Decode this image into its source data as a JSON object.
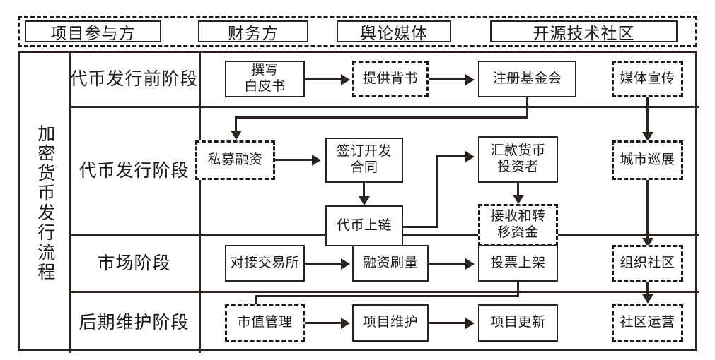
{
  "diagram": {
    "title_vertical": "加密货币发行流程",
    "header": {
      "lanes": [
        {
          "label": "项目参与方"
        },
        {
          "label": "财务方"
        },
        {
          "label": "舆论媒体"
        },
        {
          "label": "开源技术社区"
        }
      ]
    },
    "stages": [
      {
        "label": "代币发行前阶段"
      },
      {
        "label": "代币发行阶段"
      },
      {
        "label": "市场阶段"
      },
      {
        "label": "后期维护阶段"
      }
    ],
    "nodes": {
      "write_whitepaper": {
        "label": "撰写\n白皮书",
        "line1": "撰写",
        "line2": "白皮书",
        "style": "solid"
      },
      "provide_endorsement": {
        "label": "提供背书",
        "style": "dashed"
      },
      "register_foundation": {
        "label": "注册基金会",
        "style": "solid"
      },
      "media_promotion": {
        "label": "媒体宣传",
        "style": "dashed"
      },
      "private_financing": {
        "label": "私募融资",
        "style": "dashed"
      },
      "sign_dev_contract_l1": {
        "label": "签订开发",
        "style": "solid"
      },
      "sign_dev_contract_l2": {
        "label": "合同",
        "style": "solid"
      },
      "token_on_chain": {
        "label": "代币上链",
        "style": "solid"
      },
      "remit_currency_l1": {
        "label": "汇款货币",
        "style": "solid"
      },
      "remit_currency_l2": {
        "label": "投资者",
        "style": "solid"
      },
      "receive_transfer_l1": {
        "label": "接收和转",
        "style": "dashed"
      },
      "receive_transfer_l2": {
        "label": "移资金",
        "style": "dashed"
      },
      "city_tour": {
        "label": "城市巡展",
        "style": "dashed"
      },
      "connect_exchange": {
        "label": "对接交易所",
        "style": "solid"
      },
      "financing_volume": {
        "label": "融资刷量",
        "style": "solid"
      },
      "vote_listing": {
        "label": "投票上架",
        "style": "solid"
      },
      "organize_community": {
        "label": "组织社区",
        "style": "dashed"
      },
      "market_value_mgmt": {
        "label": "市值管理",
        "style": "dashed"
      },
      "project_maintain": {
        "label": "项目维护",
        "style": "solid"
      },
      "project_update": {
        "label": "项目更新",
        "style": "solid"
      },
      "community_operation": {
        "label": "社区运营",
        "style": "dashed"
      }
    },
    "colors": {
      "stroke": "#2b2320",
      "dashed_stroke": "#1a1a1a",
      "background": "#ffffff",
      "text": "#1a1a1a"
    }
  }
}
